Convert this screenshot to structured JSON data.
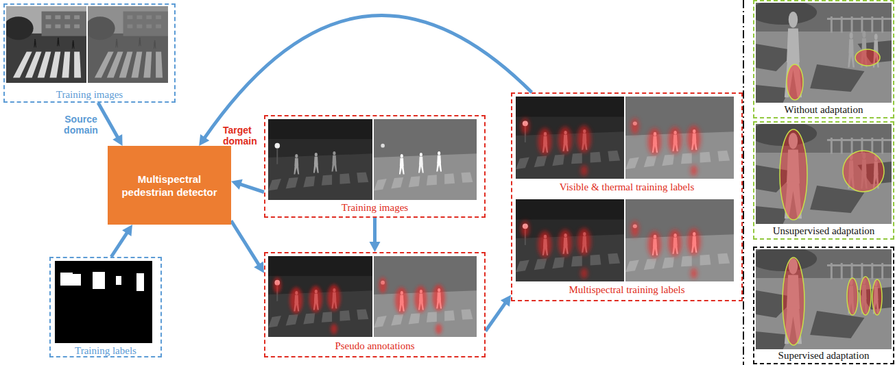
{
  "diagram": {
    "nodes": [
      {
        "text": [
          "Training images"
        ]
      },
      {
        "text": [
          "Multispectral pedestrian detector"
        ]
      },
      {
        "text": [
          "Training labels"
        ]
      },
      {
        "text": [
          "Training images"
        ]
      },
      {
        "text": [
          "Pseudo annotations"
        ]
      },
      {
        "text": [
          "Visible & thermal training labels",
          "Multispectral training labels"
        ]
      },
      {
        "text": [
          "Without adaptation"
        ]
      },
      {
        "text": [
          "Unsupervised adaptation"
        ]
      },
      {
        "text": [
          "Supervised adaptation"
        ]
      }
    ],
    "edges": [
      {
        "from": 0,
        "to": 1,
        "arrow": "to"
      },
      {
        "from": 2,
        "to": 1,
        "arrow": "to"
      },
      {
        "from": 3,
        "to": 1,
        "arrow": "to"
      },
      {
        "from": 1,
        "to": 4,
        "arrow": "to"
      },
      {
        "from": 3,
        "to": 4,
        "arrow": "to"
      },
      {
        "from": 4,
        "to": 5,
        "arrow": "to"
      },
      {
        "from": 5,
        "to": 1,
        "arrow": "to"
      }
    ],
    "labels": [
      "Source domain",
      "Target domain"
    ]
  }
}
